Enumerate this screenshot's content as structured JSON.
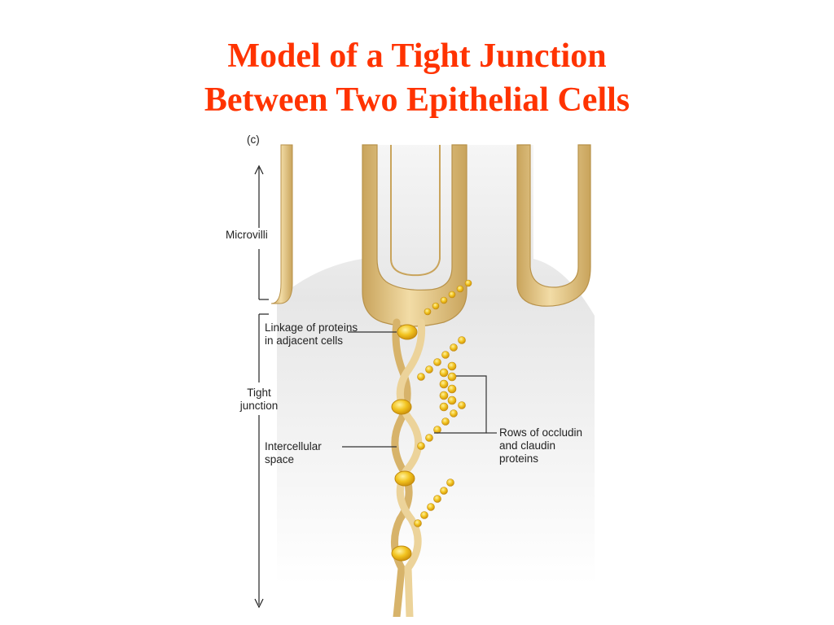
{
  "title": {
    "line1": "Model of a Tight Junction",
    "line2": "Between Two Epithelial Cells"
  },
  "figure": {
    "panel_label": "(c)",
    "labels": {
      "microvilli": "Microvilli",
      "linkage_line1": "Linkage of proteins",
      "linkage_line2": "in adjacent cells",
      "tight_line1": "Tight",
      "tight_line2": "junction",
      "intercellular_line1": "Intercellular",
      "intercellular_line2": "space",
      "rows_line1": "Rows of occludin",
      "rows_line2": "and claudin",
      "rows_line3": "proteins"
    }
  },
  "colors": {
    "title": "#ff3300",
    "membrane": "#e8cc8a",
    "membrane_dark": "#c9a45c",
    "protein": "#f0c020",
    "protein_dark": "#d89a10",
    "cell_surface": "#e4e4e4"
  }
}
